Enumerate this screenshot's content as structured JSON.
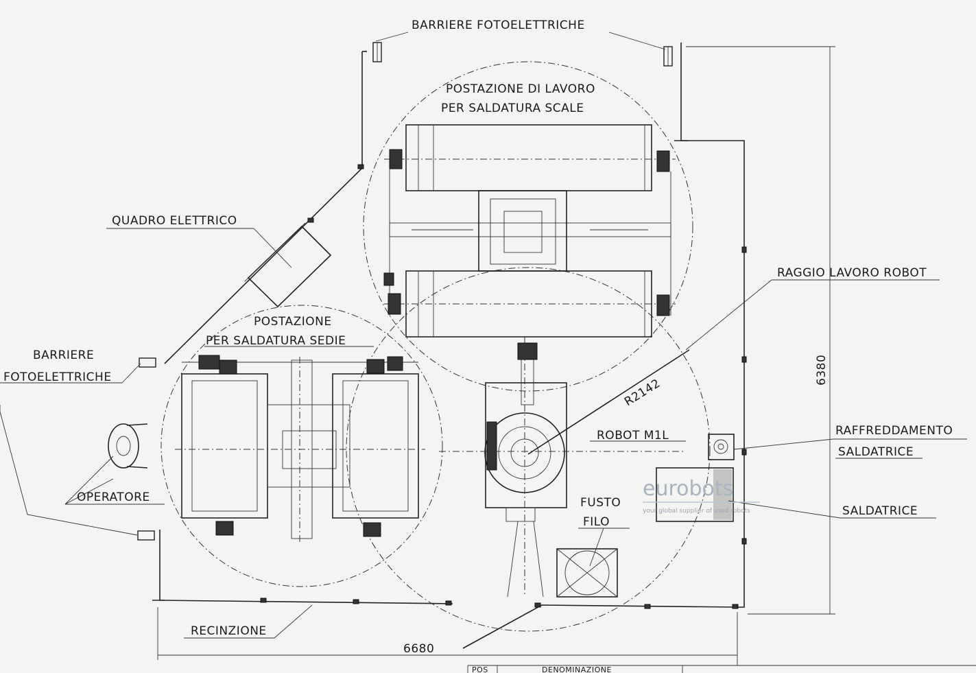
{
  "labels": {
    "barriere_top": "BARRIERE FOTOELETTRICHE",
    "postazione_lavoro_1": "POSTAZIONE DI LAVORO",
    "postazione_lavoro_2": "PER SALDATURA SCALE",
    "quadro": "QUADRO ELETTRICO",
    "raggio": "RAGGIO LAVORO ROBOT",
    "postazione_sedie_1": "POSTAZIONE",
    "postazione_sedie_2": "PER SALDATURA SEDIE",
    "barriere_left_1": "BARRIERE",
    "barriere_left_2": "FOTOELETTRICHE",
    "r2142": "R2142",
    "robot": "ROBOT M1L",
    "raffreddamento_1": "RAFFREDDAMENTO",
    "raffreddamento_2": "SALDATRICE",
    "operatore": "OPERATORE",
    "fusto_1": "FUSTO",
    "fusto_2": "FILO",
    "saldatrice": "SALDATRICE",
    "recinzione": "RECINZIONE",
    "dim_6680": "6680",
    "dim_6380": "6380",
    "pos": "POS",
    "denominazione": "DENOMINAZIONE"
  },
  "watermark": {
    "brand": "eurobots",
    "tagline": "your global supplier of used robots",
    "brand_color": "#a8b4c0"
  }
}
